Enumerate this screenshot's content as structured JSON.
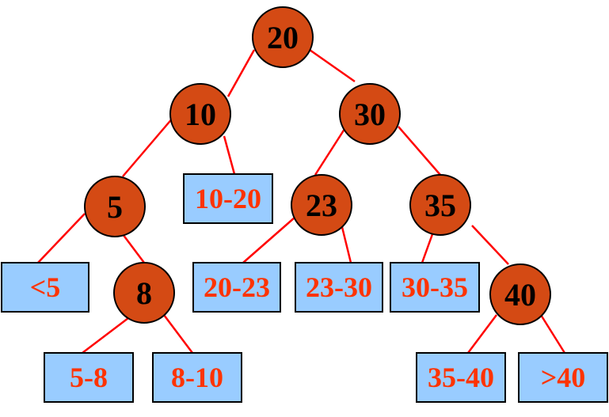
{
  "colors": {
    "node_fill": "#d44a14",
    "leaf_fill": "#99ccff",
    "leaf_text": "#ff3300",
    "edge": "#ff0000"
  },
  "nodes": [
    {
      "id": "n20",
      "label": "20"
    },
    {
      "id": "n10",
      "label": "10"
    },
    {
      "id": "n30",
      "label": "30"
    },
    {
      "id": "n5",
      "label": "5"
    },
    {
      "id": "n23",
      "label": "23"
    },
    {
      "id": "n35",
      "label": "35"
    },
    {
      "id": "n8",
      "label": "8"
    },
    {
      "id": "n40",
      "label": "40"
    }
  ],
  "leaves": [
    {
      "id": "l_lt5",
      "label": "<5"
    },
    {
      "id": "l_10_20",
      "label": "10-20"
    },
    {
      "id": "l_20_23",
      "label": "20-23"
    },
    {
      "id": "l_23_30",
      "label": "23-30"
    },
    {
      "id": "l_30_35",
      "label": "30-35"
    },
    {
      "id": "l_5_8",
      "label": "5-8"
    },
    {
      "id": "l_8_10",
      "label": "8-10"
    },
    {
      "id": "l_35_40",
      "label": "35-40"
    },
    {
      "id": "l_gt40",
      "label": ">40"
    }
  ],
  "edges": [
    {
      "from": "n20",
      "to": "n10"
    },
    {
      "from": "n20",
      "to": "n30"
    },
    {
      "from": "n10",
      "to": "n5"
    },
    {
      "from": "n10",
      "to": "l_10_20"
    },
    {
      "from": "n30",
      "to": "n23"
    },
    {
      "from": "n30",
      "to": "n35"
    },
    {
      "from": "n5",
      "to": "l_lt5"
    },
    {
      "from": "n5",
      "to": "n8"
    },
    {
      "from": "n8",
      "to": "l_5_8"
    },
    {
      "from": "n8",
      "to": "l_8_10"
    },
    {
      "from": "n23",
      "to": "l_20_23"
    },
    {
      "from": "n23",
      "to": "l_23_30"
    },
    {
      "from": "n35",
      "to": "l_30_35"
    },
    {
      "from": "n35",
      "to": "n40"
    },
    {
      "from": "n40",
      "to": "l_35_40"
    },
    {
      "from": "n40",
      "to": "l_gt40"
    }
  ]
}
